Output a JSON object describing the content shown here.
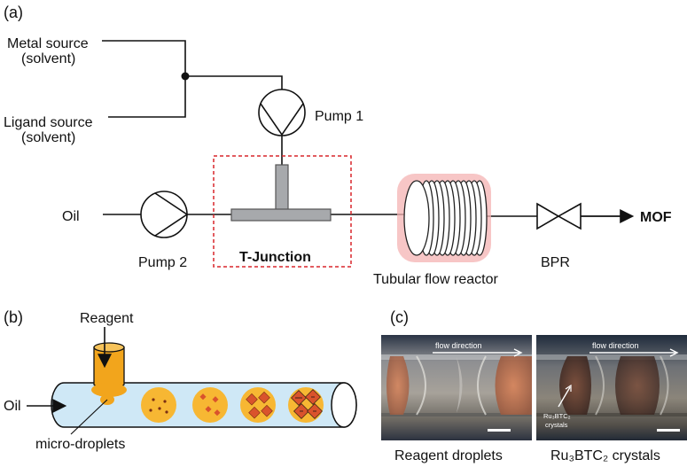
{
  "panel_a": {
    "label": "(a)",
    "metal_source": [
      "Metal source",
      "(solvent)"
    ],
    "ligand_source": [
      "Ligand source",
      "(solvent)"
    ],
    "pump1": "Pump 1",
    "pump2": "Pump 2",
    "oil": "Oil",
    "t_junction": "T-Junction",
    "reactor": "Tubular flow reactor",
    "bpr": "BPR",
    "product": "MOF"
  },
  "panel_b": {
    "label": "(b)",
    "reagent": "Reagent",
    "oil": "Oil",
    "droplets": "micro-droplets"
  },
  "panel_c": {
    "label": "(c)",
    "flow_left": "flow direction",
    "flow_right": "flow direction",
    "crystal_note": [
      "Ru₃BTC₂",
      "crystals"
    ],
    "caption_left": "Reagent droplets",
    "caption_right": "Ru₃BTC₂ crystals"
  },
  "colors": {
    "dashed_box": "#d9262b",
    "reactor_glow": "#f4b3b3",
    "tube_fill": "#cfe8f6",
    "reagent": "#f2a51c",
    "droplet": "#f7b733",
    "crystal": "#d9532c"
  }
}
